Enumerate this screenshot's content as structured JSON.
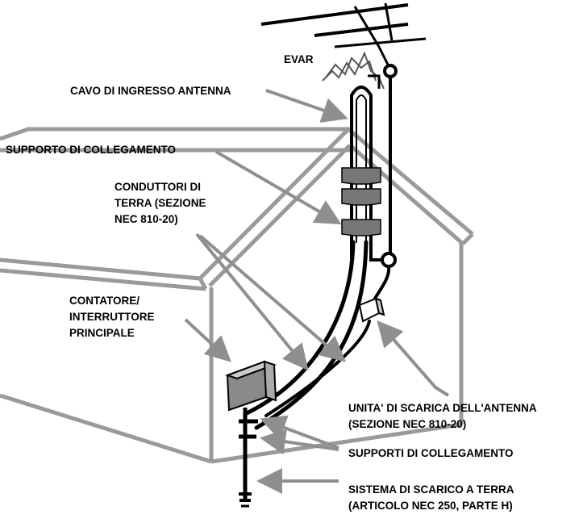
{
  "labels": {
    "cavo_ingresso": "CAVO DI INGRESSO ANTENNA",
    "supporto_collegamento": "SUPPORTO DI COLLEGAMENTO",
    "conduttori": [
      "CONDUTTORI DI",
      "TERRA (SEZIONE",
      "NEC 810-20)"
    ],
    "contatore": [
      "CONTATORE/",
      "INTERRUTTORE",
      "PRINCIPALE"
    ],
    "unita_scarica": [
      "UNITA' DI SCARICA DELL'ANTENNA",
      "(SEZIONE NEC 810-20)"
    ],
    "supporti_collegamento": "SUPPORTI DI COLLEGAMENTO",
    "sistema_scarico": [
      "SISTEMA DI SCARICO A TERRA",
      "(ARTICOLO NEC 250, PARTE H)"
    ]
  },
  "colors": {
    "house_outline": "#9a9a9a",
    "leader_arrow": "#8f8f8f",
    "ink": "#000000",
    "clamp": "#777777",
    "meter_box": "#8a8a8a"
  }
}
